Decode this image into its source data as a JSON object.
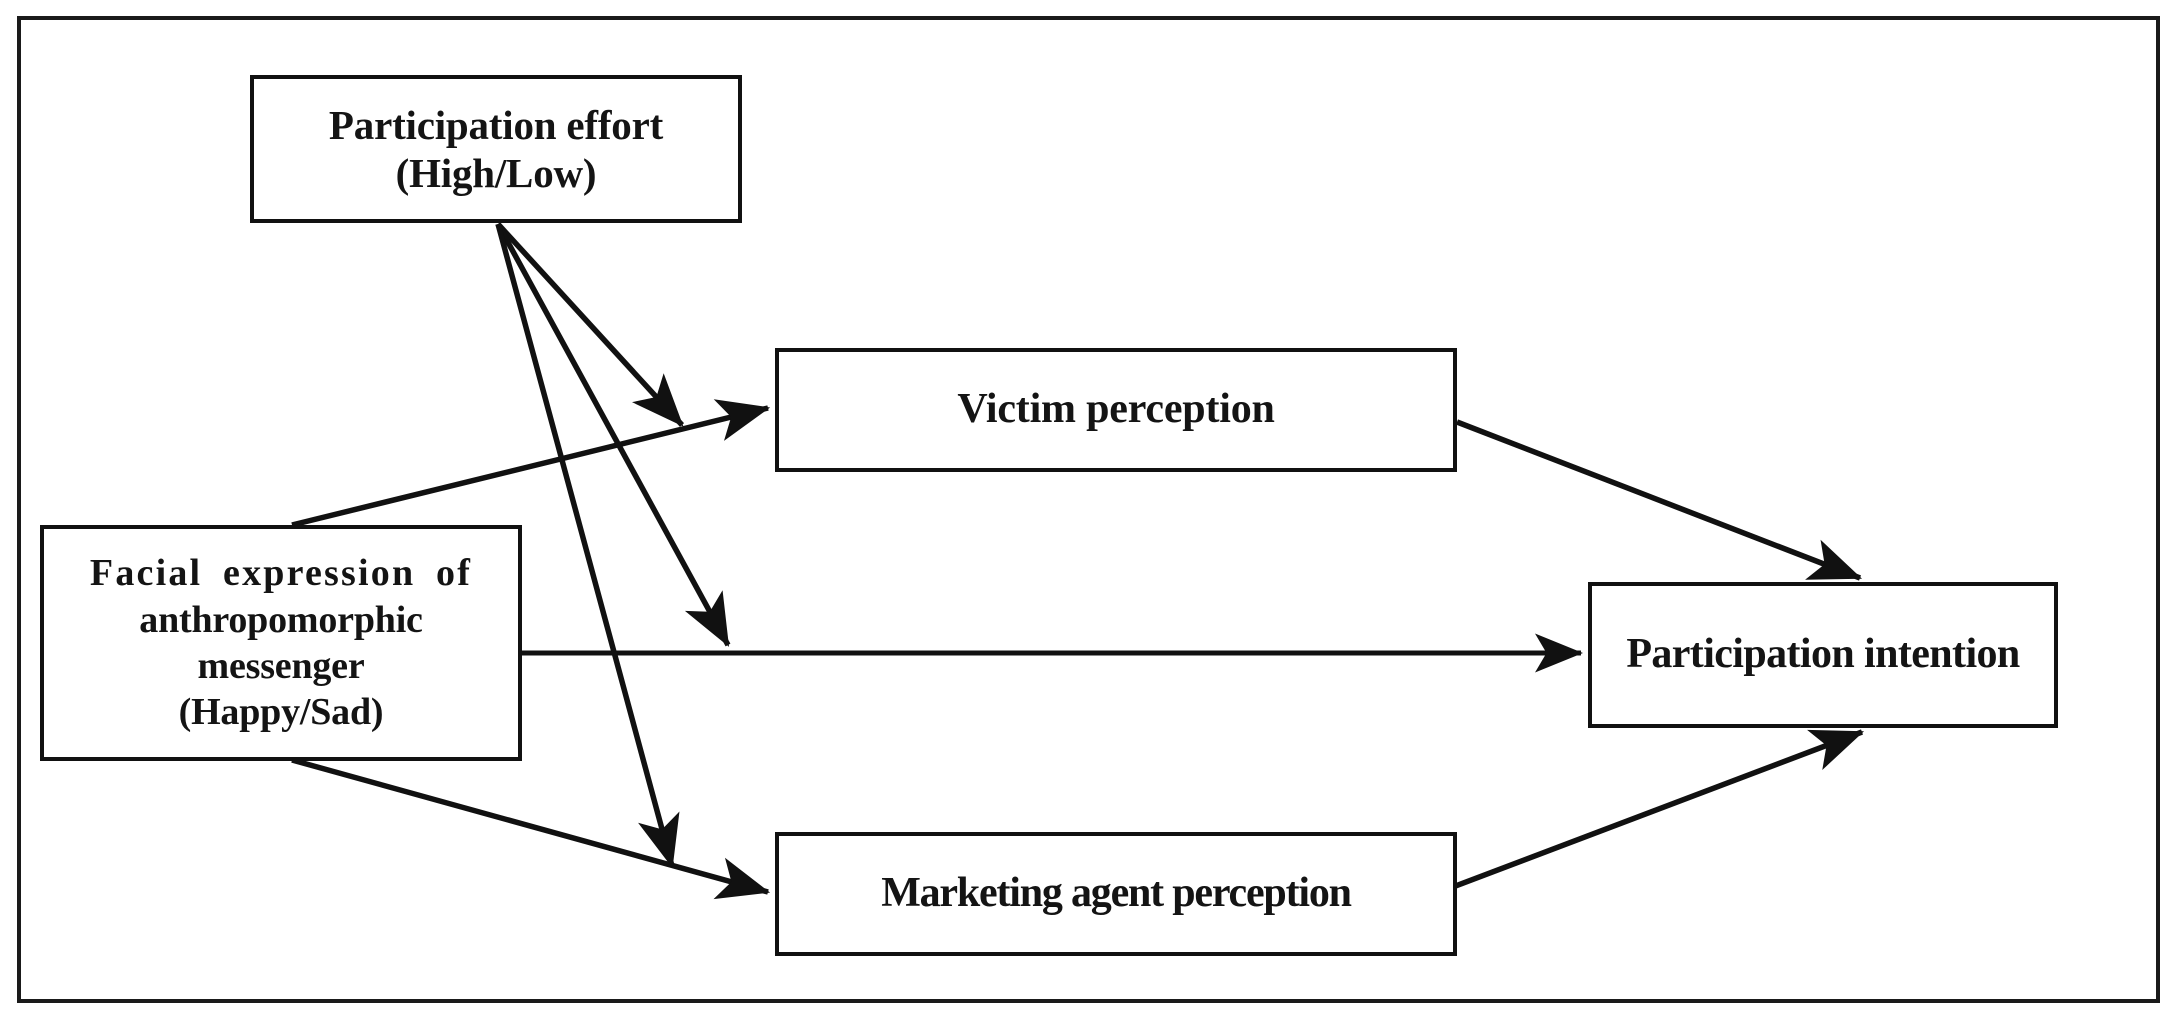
{
  "figure": {
    "type": "conceptual-model-diagram",
    "border_color": "#1a1a1a",
    "background": "#ffffff",
    "line_color": "#111111"
  },
  "nodes": {
    "participation_effort": {
      "line1": "Participation effort",
      "line2": "(High/Low)"
    },
    "facial_expression": {
      "line1": "Facial  expression  of",
      "line2": "anthropomorphic",
      "line3": "messenger",
      "line4": "(Happy/Sad)"
    },
    "victim_perception": {
      "label": "Victim perception"
    },
    "marketing_agent_perception": {
      "label": "Marketing agent perception"
    },
    "participation_intention": {
      "label": "Participation intention"
    }
  },
  "edges": [
    {
      "id": "facial-to-victim",
      "from": "facial_expression",
      "to": "victim_perception",
      "style": "solid-arrow"
    },
    {
      "id": "facial-to-participation",
      "from": "facial_expression",
      "to": "participation_intention",
      "style": "solid-arrow"
    },
    {
      "id": "facial-to-marketing",
      "from": "facial_expression",
      "to": "marketing_agent_perception",
      "style": "solid-arrow"
    },
    {
      "id": "victim-to-participation",
      "from": "victim_perception",
      "to": "participation_intention",
      "style": "solid-arrow"
    },
    {
      "id": "marketing-to-participation",
      "from": "marketing_agent_perception",
      "to": "participation_intention",
      "style": "solid-arrow"
    },
    {
      "id": "effort-moderates-victim-path",
      "from": "participation_effort",
      "to": "facial-to-victim",
      "style": "moderator-arrow"
    },
    {
      "id": "effort-moderates-direct-path",
      "from": "participation_effort",
      "to": "facial-to-participation",
      "style": "moderator-arrow"
    },
    {
      "id": "effort-moderates-marketing-path",
      "from": "participation_effort",
      "to": "facial-to-marketing",
      "style": "moderator-arrow"
    }
  ]
}
